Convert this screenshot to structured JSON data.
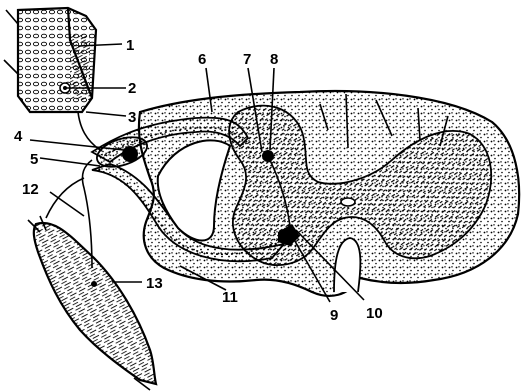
{
  "labels": {
    "l1": "1",
    "l2": "2",
    "l3": "3",
    "l4": "4",
    "l5": "5",
    "l6": "6",
    "l7": "7",
    "l8": "8",
    "l9": "9",
    "l10": "10",
    "l11": "11",
    "l12": "12",
    "l13": "13"
  },
  "colors": {
    "ink": "#000000",
    "paper": "#ffffff"
  }
}
